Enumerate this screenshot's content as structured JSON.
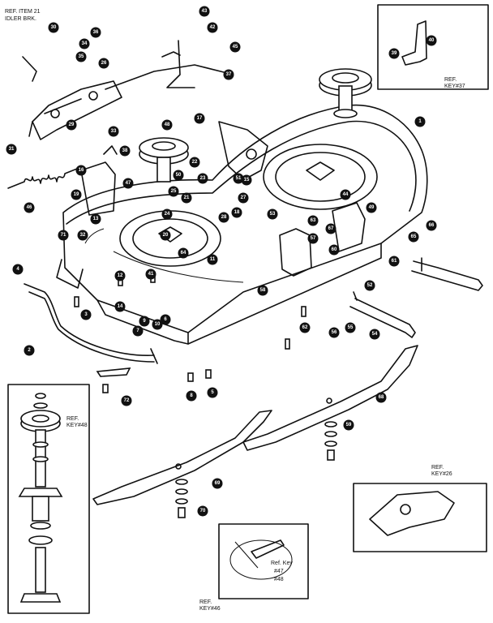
{
  "captions": {
    "idler_ref_line1": "REF. ITEM 21",
    "idler_ref_line2": "IDLER BRK.",
    "top_right_ref_line1": "REF.",
    "top_right_ref_line2": "KEY#37",
    "left_inset_ref_line1": "REF.",
    "left_inset_ref_line2": "KEY#48",
    "bottom_right_ref_line1": "REF.",
    "bottom_right_ref_line2": "KEY#26",
    "bottom_inset_ref_line1": "Ref. Key",
    "bottom_inset_ref_line2": "#47",
    "bottom_inset_ref_line3": "#48",
    "bottom_ref_line1": "REF.",
    "bottom_ref_line2": "KEY#46"
  },
  "callouts": [
    {
      "id": "c43",
      "label": "43"
    },
    {
      "id": "c42",
      "label": "42"
    },
    {
      "id": "c45",
      "label": "45"
    },
    {
      "id": "c37",
      "label": "37"
    },
    {
      "id": "c36",
      "label": "36"
    },
    {
      "id": "c30",
      "label": "30"
    },
    {
      "id": "c34",
      "label": "34"
    },
    {
      "id": "c35",
      "label": "35"
    },
    {
      "id": "c26",
      "label": "26"
    },
    {
      "id": "c29",
      "label": "29"
    },
    {
      "id": "c31",
      "label": "31"
    },
    {
      "id": "c33",
      "label": "33"
    },
    {
      "id": "c17",
      "label": "17"
    },
    {
      "id": "c1",
      "label": "1"
    },
    {
      "id": "c48",
      "label": "48"
    },
    {
      "id": "c16",
      "label": "16"
    },
    {
      "id": "c38",
      "label": "38"
    },
    {
      "id": "c47",
      "label": "47"
    },
    {
      "id": "c46",
      "label": "46"
    },
    {
      "id": "c19",
      "label": "19"
    },
    {
      "id": "c22",
      "label": "22"
    },
    {
      "id": "c23",
      "label": "23"
    },
    {
      "id": "c25",
      "label": "25"
    },
    {
      "id": "c21",
      "label": "21"
    },
    {
      "id": "c20",
      "label": "20"
    },
    {
      "id": "c24",
      "label": "24"
    },
    {
      "id": "c28",
      "label": "28"
    },
    {
      "id": "c18",
      "label": "18"
    },
    {
      "id": "c11",
      "label": "11"
    },
    {
      "id": "c32",
      "label": "32"
    },
    {
      "id": "c27",
      "label": "27"
    },
    {
      "id": "c13",
      "label": "13"
    },
    {
      "id": "c40",
      "label": "40"
    },
    {
      "id": "c39",
      "label": "39"
    },
    {
      "id": "c4",
      "label": "4"
    },
    {
      "id": "c41",
      "label": "41"
    },
    {
      "id": "c12",
      "label": "12"
    },
    {
      "id": "c10",
      "label": "10"
    },
    {
      "id": "c9",
      "label": "9"
    },
    {
      "id": "c14",
      "label": "14"
    },
    {
      "id": "c3",
      "label": "3"
    },
    {
      "id": "c7",
      "label": "7"
    },
    {
      "id": "c8",
      "label": "8"
    },
    {
      "id": "c6",
      "label": "6"
    },
    {
      "id": "c2",
      "label": "2"
    },
    {
      "id": "c51",
      "label": "51"
    },
    {
      "id": "c52",
      "label": "52"
    },
    {
      "id": "c53",
      "label": "53"
    },
    {
      "id": "c54",
      "label": "54"
    },
    {
      "id": "c55",
      "label": "55"
    },
    {
      "id": "c56",
      "label": "56"
    },
    {
      "id": "c57",
      "label": "57"
    },
    {
      "id": "c58",
      "label": "58"
    },
    {
      "id": "c59",
      "label": "59"
    },
    {
      "id": "c60",
      "label": "60"
    },
    {
      "id": "c61",
      "label": "61"
    },
    {
      "id": "c62",
      "label": "62"
    },
    {
      "id": "c63",
      "label": "63"
    },
    {
      "id": "c64",
      "label": "64"
    },
    {
      "id": "c65",
      "label": "65"
    },
    {
      "id": "c66",
      "label": "66"
    },
    {
      "id": "c67",
      "label": "67"
    },
    {
      "id": "c68",
      "label": "68"
    },
    {
      "id": "c69",
      "label": "69"
    },
    {
      "id": "c70",
      "label": "70"
    },
    {
      "id": "c71",
      "label": "71"
    },
    {
      "id": "c72",
      "label": "72"
    },
    {
      "id": "c5",
      "label": "5"
    },
    {
      "id": "c15",
      "label": "15"
    },
    {
      "id": "c44",
      "label": "44"
    },
    {
      "id": "c49",
      "label": "49"
    },
    {
      "id": "c50",
      "label": "50"
    }
  ]
}
